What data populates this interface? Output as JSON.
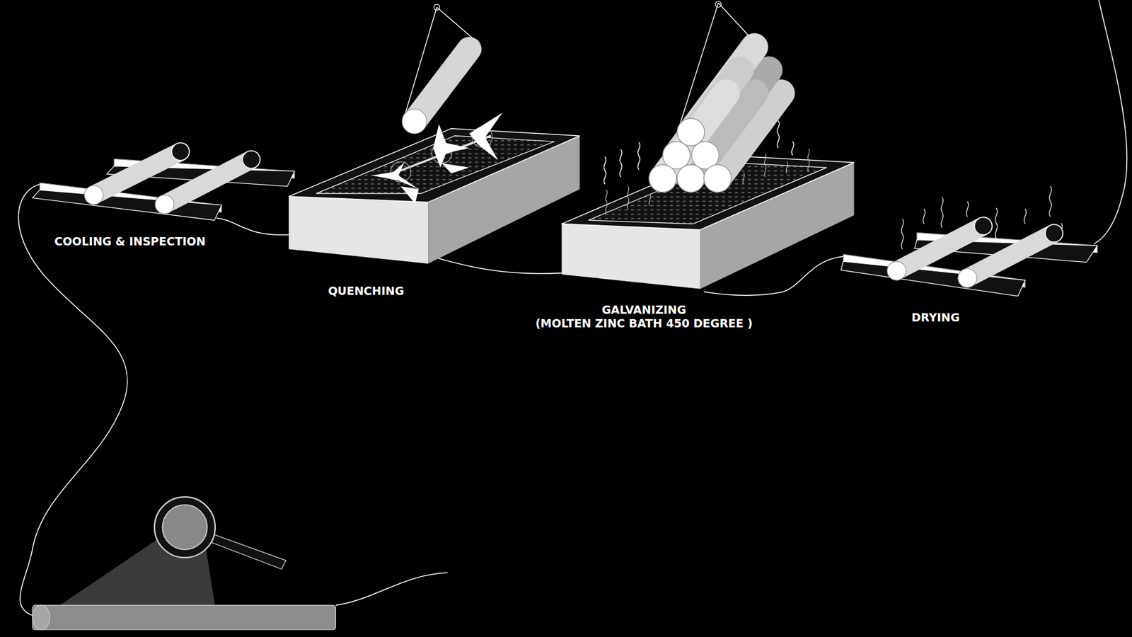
{
  "diagram": {
    "labels": [
      "COOLING & INSPECTION",
      "QUENCHING",
      "GALVANIZING",
      "(MOLTEN ZINC BATH 450 DEGREE )",
      "DRYING"
    ]
  }
}
